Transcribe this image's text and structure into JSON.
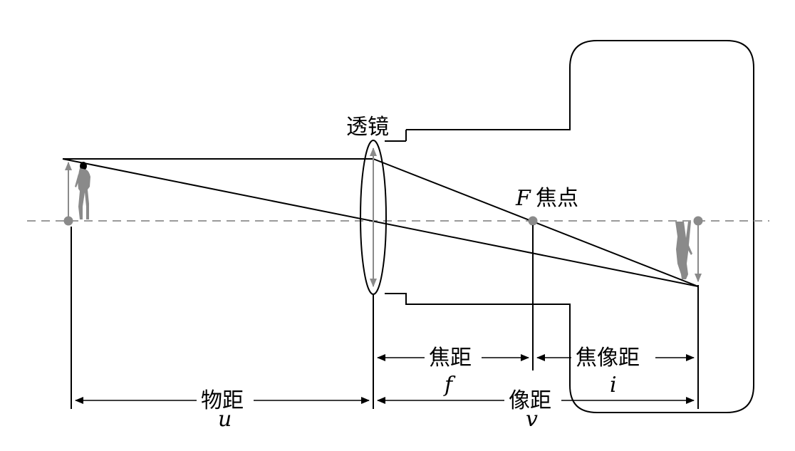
{
  "labels": {
    "lens": "透镜",
    "focal_point_symbol": "F",
    "focal_point": "焦点",
    "focal_length": "焦距",
    "focal_length_symbol": "f",
    "image_focal_distance": "焦像距",
    "image_focal_distance_symbol": "i",
    "object_distance": "物距",
    "object_distance_symbol": "u",
    "image_distance": "像距",
    "image_distance_symbol": "v"
  },
  "colors": {
    "line": "#000000",
    "axis": "#9a9a9a",
    "figure": "#8a8a8a"
  }
}
